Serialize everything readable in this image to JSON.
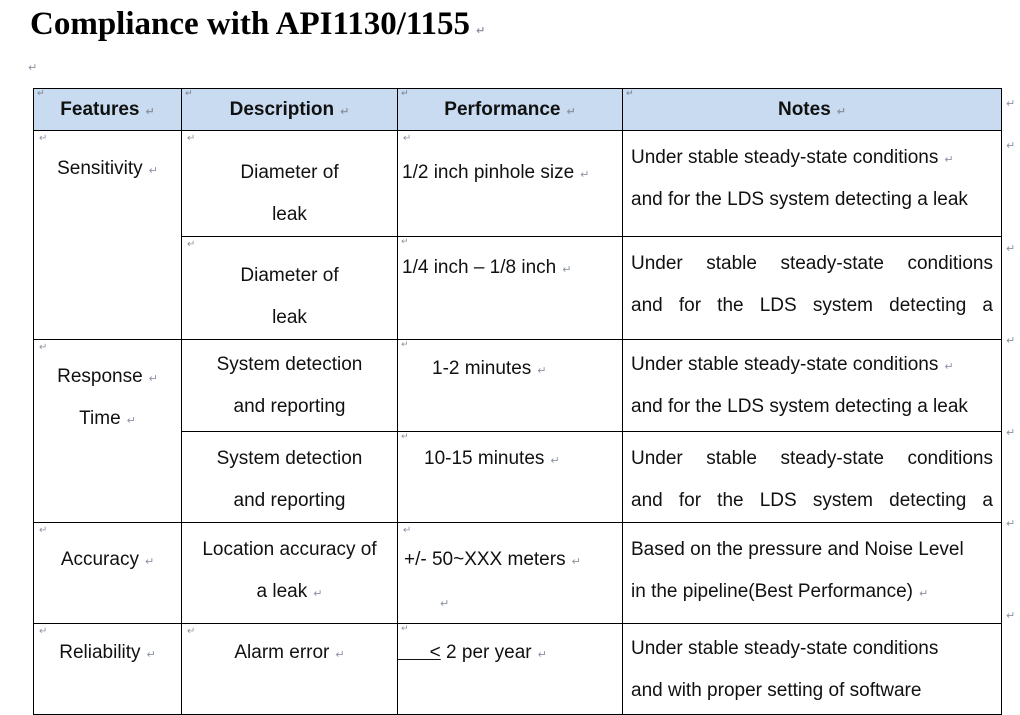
{
  "glyphs": {
    "pilcrow": "↵"
  },
  "colors": {
    "header_fill": "#c9dbf1",
    "border": "#000000",
    "text": "#111111",
    "mark_gray": "#8b93a1"
  },
  "title": {
    "text": "Compliance with API1130/1155"
  },
  "table": {
    "headers": [
      "Features",
      "Description",
      "Performance",
      "Notes"
    ],
    "rows": [
      {
        "feature": {
          "lines": [
            "Sensitivity"
          ]
        },
        "description": {
          "lines": [
            "Diameter of",
            "leak"
          ]
        },
        "performance": {
          "lines": [
            "1/2 inch pinhole size"
          ]
        },
        "notes": {
          "lines": [
            "Under stable steady-state conditions",
            "and for the LDS system detecting a leak"
          ]
        }
      },
      {
        "description": {
          "lines": [
            "Diameter of",
            "leak"
          ]
        },
        "performance": {
          "lines": [
            "1/4 inch – 1/8 inch"
          ]
        },
        "notes": {
          "lines": [
            "Under stable steady-state conditions",
            "and for the LDS system detecting  a"
          ]
        }
      },
      {
        "feature": {
          "lines": [
            "Response",
            "Time"
          ]
        },
        "description": {
          "lines": [
            "System detection",
            "and reporting"
          ]
        },
        "performance": {
          "lines": [
            "1-2 minutes"
          ]
        },
        "notes": {
          "lines": [
            "Under stable steady-state conditions",
            "and for the LDS system detecting a leak"
          ]
        }
      },
      {
        "description": {
          "lines": [
            "System detection",
            "and reporting"
          ]
        },
        "performance": {
          "lines": [
            "10-15 minutes"
          ]
        },
        "notes": {
          "lines": [
            "Under stable steady-state conditions",
            "and for the LDS system detecting  a"
          ]
        }
      },
      {
        "feature": {
          "lines": [
            "Accuracy"
          ]
        },
        "description": {
          "lines": [
            "Location accuracy of",
            "a leak"
          ]
        },
        "performance": {
          "lines": [
            "+/- 50~XXX meters"
          ]
        },
        "notes": {
          "lines": [
            "Based on the pressure and Noise Level",
            "in the pipeline(Best Performance)"
          ]
        }
      },
      {
        "feature": {
          "lines": [
            "Reliability"
          ]
        },
        "description": {
          "lines": [
            "Alarm error"
          ]
        },
        "performance": {
          "underlined_prefix": "      <",
          "text": " 2 per year"
        },
        "notes": {
          "lines": [
            "Under stable steady-state conditions",
            "and with proper setting of software"
          ]
        }
      }
    ]
  }
}
